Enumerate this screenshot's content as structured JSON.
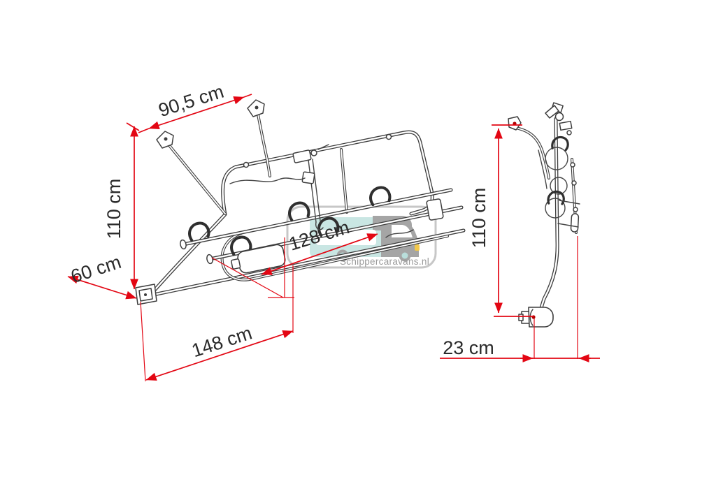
{
  "watermark": {
    "text": "Schippercaravans.nl",
    "icon": "motorhome-silhouette"
  },
  "colors": {
    "dimension_red": "#e30613",
    "line_art_ink": "#3d3d3d",
    "label_text": "#2a2a2a",
    "watermark_gray": "#9a9a9a",
    "watermark_teal": "#c9e6e3",
    "headlight_yellow": "#f2c84b"
  },
  "front_view": {
    "dimensions": {
      "top_width": "90,5 cm",
      "height": "110 cm",
      "depth": "60 cm",
      "rail_length": "128 cm",
      "overall_width": "148 cm"
    }
  },
  "side_view": {
    "dimensions": {
      "height": "110 cm",
      "offset": "23 cm"
    }
  }
}
